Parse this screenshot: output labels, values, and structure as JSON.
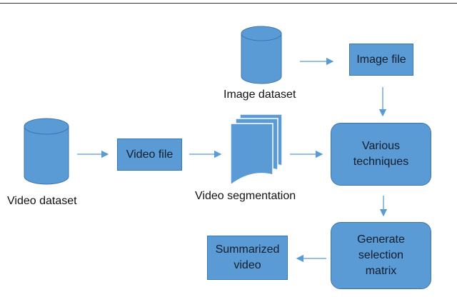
{
  "nodes": {
    "video_dataset": "Video dataset",
    "video_file": "Video file",
    "video_segmentation": "Video segmentation",
    "image_dataset": "Image dataset",
    "image_file": "Image file",
    "various_techniques": "Various techniques",
    "generate_selection_matrix": "Generate selection matrix",
    "summarized_video": "Summarized video"
  },
  "colors": {
    "fill": "#5b9bd5",
    "stroke": "#3e75a9",
    "arrow": "#5b9bd5"
  }
}
